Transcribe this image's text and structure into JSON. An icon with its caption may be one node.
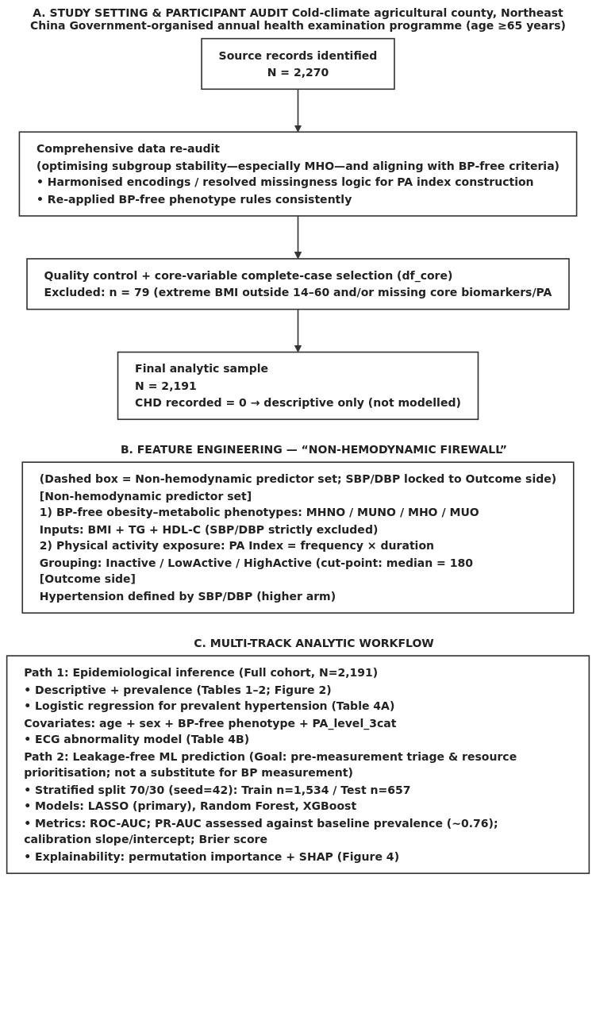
{
  "diagram": {
    "title": "A. STUDY SETTING & PARTICIPANT AUDIT Cold-climate agricultural county, Northeast China Government-organised annual health examination programme (age ≥65 years)",
    "nodes": [
      {
        "text": [
          "Source records identified",
          "N = 2,270"
        ]
      },
      {
        "text": [
          "Comprehensive data re-audit",
          "(optimising subgroup stability—especially MHO—and aligning with BP-free criteria)",
          "• Harmonised encodings / resolved missingness logic for PA index construction",
          "• Re-applied BP-free phenotype rules consistently"
        ]
      },
      {
        "text": [
          "Quality control + core-variable complete-case selection (df_core)",
          "Excluded: n = 79  (extreme BMI outside 14–60 and/or missing core biomarkers/PA"
        ]
      },
      {
        "text": [
          "Final analytic sample",
          "N = 2,191",
          "CHD recorded = 0 → descriptive only (not modelled)"
        ]
      },
      {
        "text": [
          "(Dashed box = Non-hemodynamic predictor set; SBP/DBP locked to Outcome side)",
          "[Non-hemodynamic predictor set]",
          "1) BP-free obesity–metabolic phenotypes: MHNO / MUNO / MHO / MUO",
          "Inputs: BMI + TG + HDL-C      (SBP/DBP strictly excluded)",
          "2) Physical activity exposure: PA Index = frequency × duration",
          "Grouping: Inactive / LowActive / HighActive (cut-point: median = 180",
          "[Outcome side]",
          "Hypertension defined by SBP/DBP (higher arm)"
        ]
      },
      {
        "text": [
          "Path 1: Epidemiological inference (Full cohort, N=2,191)",
          "• Descriptive + prevalence (Tables 1–2; Figure 2)",
          "• Logistic regression for prevalent hypertension (Table 4A)",
          "Covariates: age + sex + BP-free phenotype + PA_level_3cat",
          "• ECG abnormality model (Table 4B)",
          "Path 2: Leakage-free ML prediction (Goal: pre-measurement triage & resource prioritisation; not a substitute for BP measurement)",
          "• Stratified split 70/30 (seed=42): Train n=1,534 / Test n=657",
          "• Models: LASSO (primary), Random Forest, XGBoost",
          "• Metrics: ROC-AUC; PR-AUC assessed against baseline prevalence (~0.76); calibration slope/intercept; Brier score",
          "• Explainability: permutation importance + SHAP (Figure 4)"
        ]
      }
    ],
    "edges": [
      {
        "from": 0,
        "to": 1,
        "arrow": "to"
      },
      {
        "from": 1,
        "to": 2,
        "arrow": "to"
      },
      {
        "from": 2,
        "to": 3,
        "arrow": "to"
      }
    ],
    "labels": [
      "B. FEATURE ENGINEERING —   “NON-HEMODYNAMIC FIREWALL”",
      "C. MULTI-TRACK ANALYTIC WORKFLOW"
    ]
  }
}
